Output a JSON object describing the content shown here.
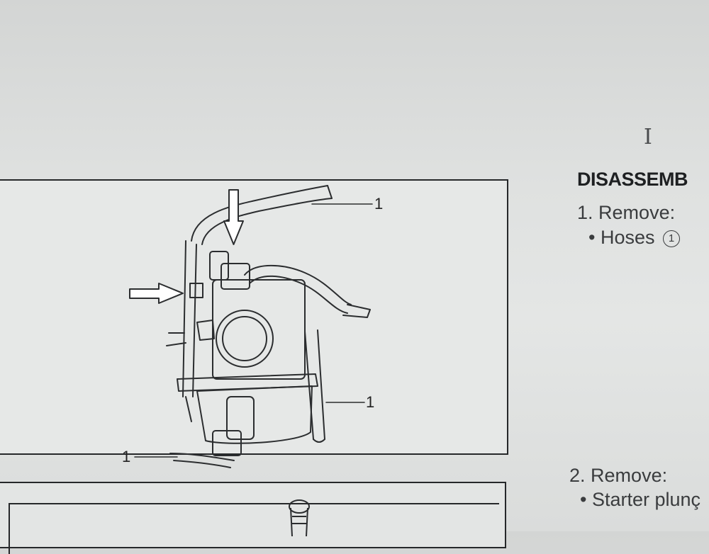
{
  "cursor_glyph": "I",
  "section": {
    "heading": "DISASSEMB"
  },
  "steps": [
    {
      "number": "1.",
      "action": "Remove:",
      "bullet": "Hoses",
      "ref": "1"
    },
    {
      "number": "2.",
      "action": "Remove:",
      "bullet": "Starter plunç",
      "ref": ""
    }
  ],
  "figure": {
    "callouts": [
      "1",
      "1",
      "1"
    ]
  },
  "icons": {
    "arrow_down": "arrow-down-icon",
    "arrow_right": "arrow-right-icon",
    "text_cursor": "text-cursor-icon"
  }
}
